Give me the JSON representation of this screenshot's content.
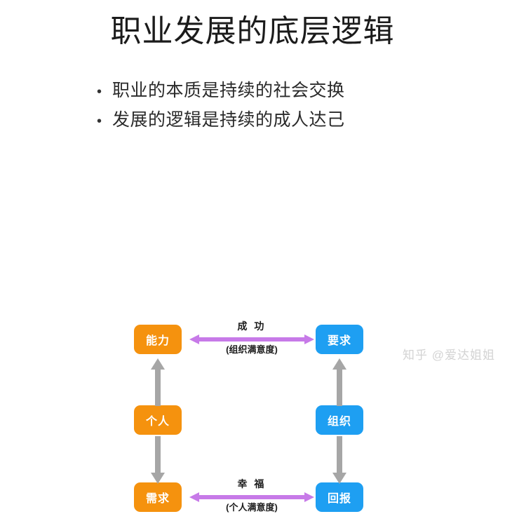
{
  "slide": {
    "title": "职业发展的底层逻辑",
    "background_color": "#ffffff",
    "bullets": [
      {
        "marker": "•",
        "text": "职业的本质是持续的社会交换"
      },
      {
        "marker": "•",
        "text": "发展的逻辑是持续的成人达己"
      }
    ]
  },
  "diagram": {
    "colors": {
      "node_orange": "#f5920e",
      "node_blue": "#1e9ff2",
      "arrow_gray": "#a6a6a6",
      "arrow_purple": "#c77ae8",
      "arrow_purple_head": "#b35fe0"
    },
    "nodes": [
      {
        "id": "capability",
        "label": "能力",
        "color": "orange",
        "column": "left",
        "row": "top"
      },
      {
        "id": "requirement",
        "label": "要求",
        "color": "blue",
        "column": "right",
        "row": "top"
      },
      {
        "id": "individual",
        "label": "个人",
        "color": "orange",
        "column": "left",
        "row": "middle"
      },
      {
        "id": "organization",
        "label": "组织",
        "color": "blue",
        "column": "right",
        "row": "middle"
      },
      {
        "id": "need",
        "label": "需求",
        "color": "orange",
        "column": "left",
        "row": "bottom"
      },
      {
        "id": "return",
        "label": "回报",
        "color": "blue",
        "column": "right",
        "row": "bottom"
      }
    ],
    "vertical_arrows": [
      {
        "id": "individual-to-capability",
        "from": "个人",
        "to": "能力",
        "direction": "up",
        "color": "#a6a6a6"
      },
      {
        "id": "organization-to-requirement",
        "from": "组织",
        "to": "要求",
        "direction": "up",
        "color": "#a6a6a6"
      },
      {
        "id": "individual-to-need",
        "from": "个人",
        "to": "需求",
        "direction": "down",
        "color": "#a6a6a6"
      },
      {
        "id": "organization-to-return",
        "from": "组织",
        "to": "回报",
        "direction": "down",
        "color": "#a6a6a6"
      }
    ],
    "horizontal_arrows": [
      {
        "id": "capability-requirement",
        "from": "能力",
        "to": "要求",
        "direction": "both",
        "label_main": "成 功",
        "label_sub": "(组织满意度)",
        "color": "#c77ae8"
      },
      {
        "id": "need-return",
        "from": "需求",
        "to": "回报",
        "direction": "both",
        "label_main": "幸 福",
        "label_sub": "(个人满意度)",
        "color": "#c77ae8"
      }
    ]
  },
  "watermark": {
    "text": "知乎 @爱达姐姐",
    "color": "#d3d3d3"
  }
}
